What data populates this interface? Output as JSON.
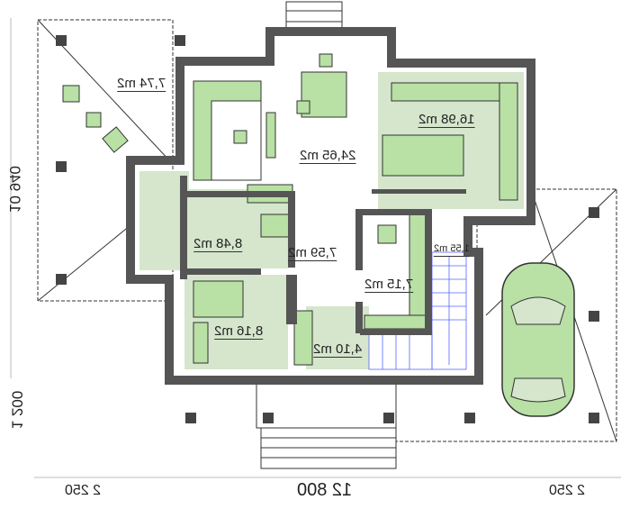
{
  "rooms": [
    {
      "id": "terrace",
      "area": "7,74 m2"
    },
    {
      "id": "living",
      "area": "24,65 m2"
    },
    {
      "id": "kitchen",
      "area": "16,98 m2"
    },
    {
      "id": "utility",
      "area": "8,48 m2"
    },
    {
      "id": "hall",
      "area": "7,59 m2"
    },
    {
      "id": "closet",
      "area": "1,55 m2"
    },
    {
      "id": "office",
      "area": "7,15 m2"
    },
    {
      "id": "bathroom",
      "area": "8,16 m2"
    },
    {
      "id": "vestibule",
      "area": "4,10 m2"
    }
  ],
  "dimensions": {
    "depth": "10 940",
    "porch": "1 200",
    "left": "2 250",
    "width": "12 800",
    "right": "2 250"
  },
  "colors": {
    "wall": "#555555",
    "green": "#b9e0a5",
    "light_green": "#d5e6cd",
    "stairs": "#3344ff"
  }
}
